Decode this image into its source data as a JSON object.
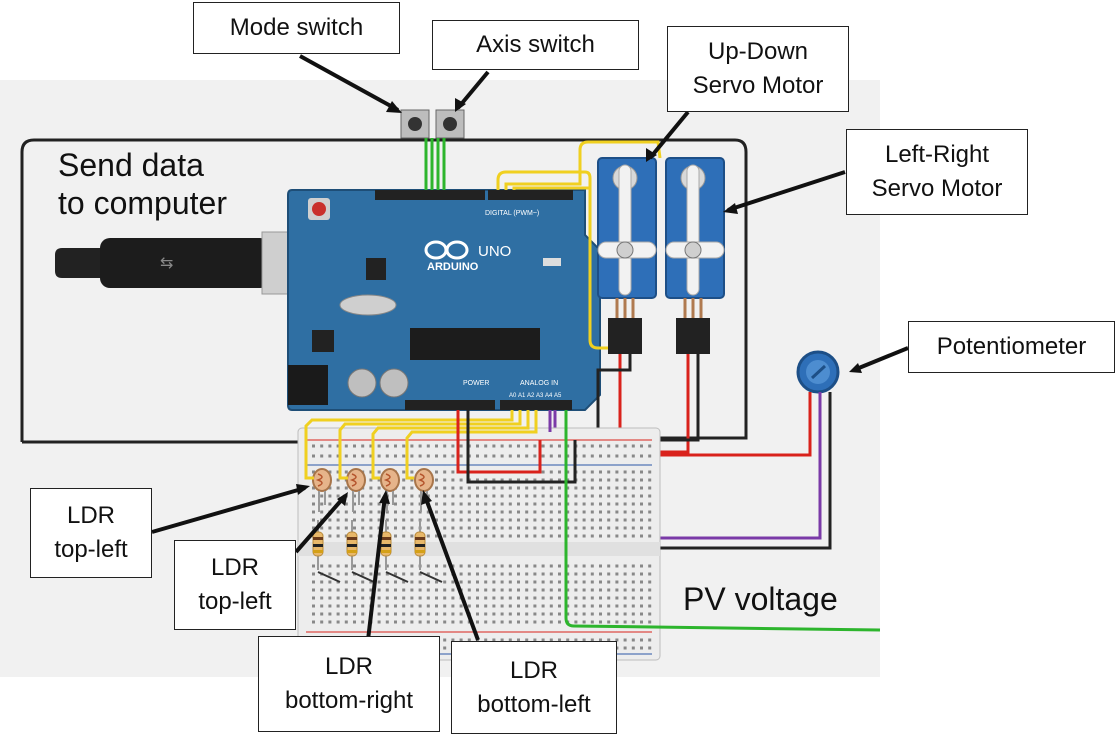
{
  "labels": {
    "mode_switch": "Mode switch",
    "axis_switch": "Axis switch",
    "updown_servo": [
      "Up-Down",
      "Servo Motor"
    ],
    "leftright_servo": [
      "Left-Right",
      "Servo Motor"
    ],
    "potentiometer": "Potentiometer",
    "ldr_1": [
      "LDR",
      "top-left"
    ],
    "ldr_2": [
      "LDR",
      "top-left"
    ],
    "ldr_3": [
      "LDR",
      "bottom-right"
    ],
    "ldr_4": [
      "LDR",
      "bottom-left"
    ],
    "send_data": [
      "Send data",
      "to computer"
    ],
    "pv_voltage": "PV voltage"
  },
  "board": {
    "brand": "ARDUINO",
    "model": "UNO",
    "digital_header": "DIGITAL (PWM~)",
    "power_header": "POWER",
    "analog_header": "ANALOG IN",
    "analog_pins": [
      "A0",
      "A1",
      "A2",
      "A3",
      "A4",
      "A5"
    ]
  },
  "colors": {
    "wire_yellow": "#f0d020",
    "wire_green": "#2db52d",
    "wire_red": "#d9221c",
    "wire_black": "#222222",
    "wire_purple": "#7a3aa8",
    "board_blue": "#2f6fa3",
    "servo_blue": "#2e6fb8",
    "breadboard": "#ededed",
    "background_panel": "#f1f1f1"
  }
}
